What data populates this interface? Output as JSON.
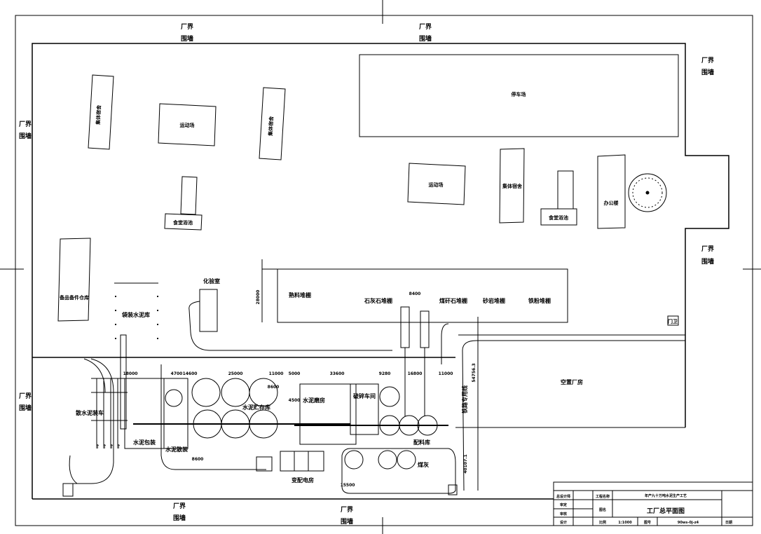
{
  "boundary": {
    "label_line1": "厂界",
    "label_line2": "围墙"
  },
  "buildings": {
    "dorm_1": "集体宿舍",
    "dorm_2": "集体宿舍",
    "dorm_3": "集体宿舍",
    "sports_1": "运动场",
    "sports_2": "运动场",
    "canteen_1": "食堂浴池",
    "canteen_2": "食堂浴池",
    "parking": "停车场",
    "office": "办公楼",
    "spare_parts": "备品备件仓库",
    "bagged_cement": "袋装水泥库",
    "lab": "化验室",
    "clinker_shed": "熟料堆棚",
    "limestone_shed": "石灰石堆棚",
    "gangue_shed": "煤矸石堆棚",
    "sandstone_shed": "砂岩堆棚",
    "iron_shed": "铁粉堆棚",
    "gate": "门卫",
    "empty_plant": "空置厂房",
    "bulk_loading": "散水泥装车",
    "cement_pack": "水泥包装",
    "cement_bulk": "水泥散装",
    "cement_silo": "水泥贮存库",
    "cement_mill": "水泥磨房",
    "crushing": "破碎车间",
    "batching": "配料库",
    "coal_ash": "煤灰",
    "substation": "变配电房",
    "road": "铁路专用线"
  },
  "dimensions": {
    "d18000": "18000",
    "d4700": "4700",
    "d14600": "14600",
    "d25000": "25000",
    "d11000a": "11000",
    "d5000": "5000",
    "d33600": "33600",
    "d9280": "9280",
    "d16800": "16800",
    "d11000b": "11000",
    "d8600a": "8600",
    "d4500": "4500",
    "d8400": "8400",
    "d8600b": "8600",
    "d28000": "28000",
    "d54756": "54756.3",
    "d40107": "40107.1",
    "d15500": "15500"
  },
  "title_block": {
    "r1c1": "总设计师",
    "r1c2": "工程名称",
    "r1c3": "年产九十万吨水泥生产工艺",
    "r2c1": "审定",
    "r2c2": "图名",
    "r2c3": "工厂总平面图",
    "r3c1": "审核",
    "r4c1": "设计",
    "r4c2": "比例",
    "r4c3": "1:1000",
    "r4c4": "图号",
    "r4c5": "90ws-0j-z4",
    "r4c6": "日期"
  }
}
